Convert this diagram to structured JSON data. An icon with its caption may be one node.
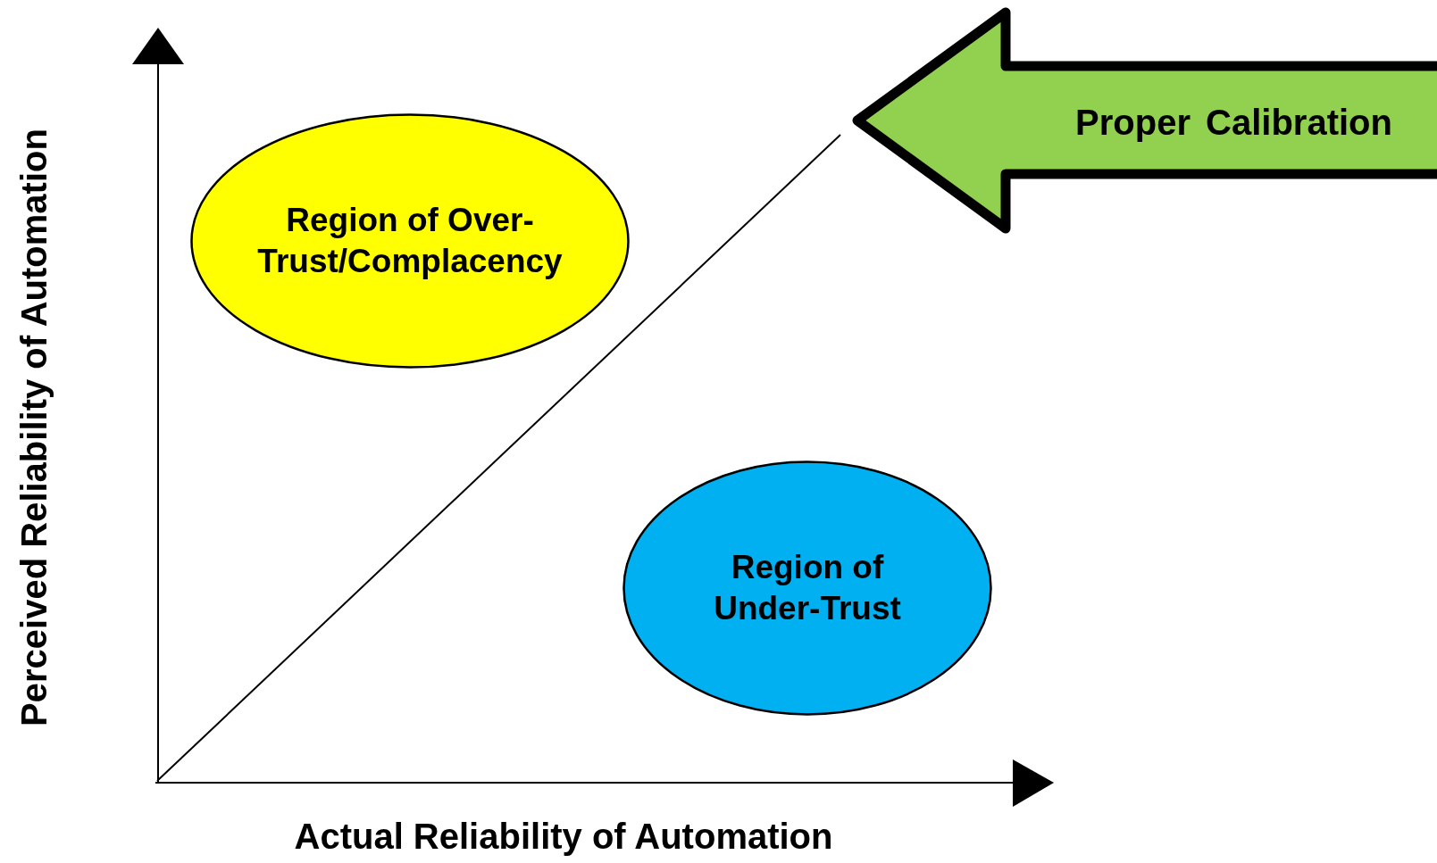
{
  "diagram": {
    "nodes": [
      {
        "text": [
          "Region of Over- Trust/Complacency"
        ]
      },
      {
        "text": [
          "Region of Under-Trust"
        ]
      },
      {
        "text": [
          "Proper Calibration"
        ]
      }
    ],
    "labels": [
      "Perceived Reliability of Automation",
      "Actual Reliability of Automation"
    ]
  }
}
